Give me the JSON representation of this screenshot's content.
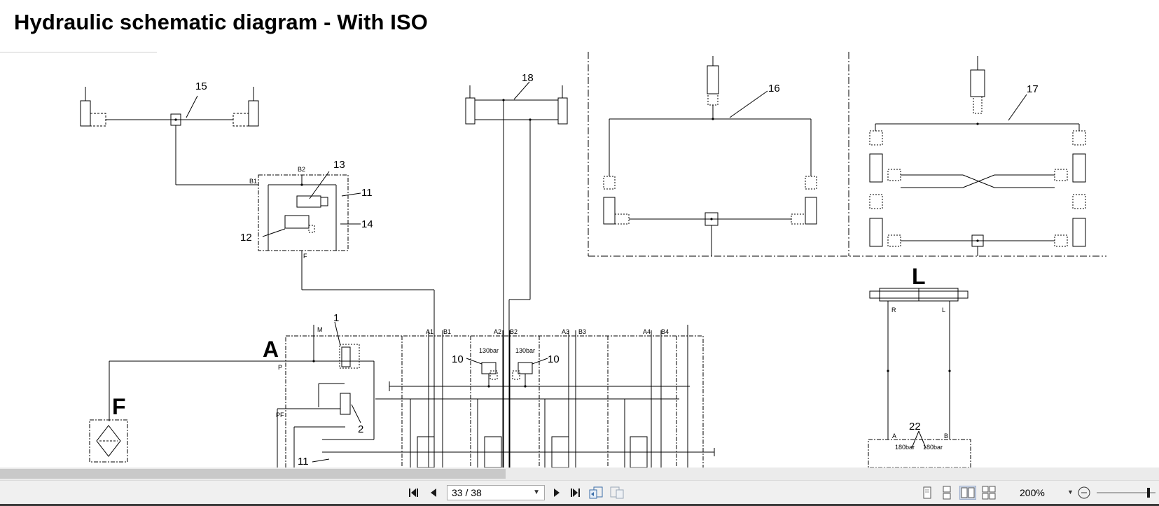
{
  "document": {
    "title": "Hydraulic schematic diagram - With ISO",
    "callouts": {
      "c15": "15",
      "c18": "18",
      "c16": "16",
      "c17": "17",
      "c13": "13",
      "c11a": "11",
      "c14": "14",
      "c12": "12",
      "c1": "1",
      "c10a": "10",
      "c10b": "10",
      "c2": "2",
      "c11b": "11",
      "c22": "22"
    },
    "section_letters": {
      "A": "A",
      "F": "F",
      "L": "L"
    },
    "port_labels": {
      "B2": "B2",
      "B1": "B1",
      "F": "F",
      "M": "M",
      "P": "P",
      "PF": "PF",
      "A1": "A1",
      "B1v": "B1",
      "A2": "A2",
      "B2v": "B2",
      "A3": "A3",
      "B3": "B3",
      "A4": "A4",
      "B4": "B4",
      "R": "R",
      "Lp": "L",
      "Ap": "A",
      "Bp": "B"
    },
    "pressures": {
      "p1": "130bar",
      "p2": "130bar",
      "p3": "180bar",
      "p4": "180bar"
    }
  },
  "toolbar": {
    "page_current": "33",
    "page_total": "38",
    "page_display": "33 / 38",
    "zoom": "200%",
    "first_icon": "first-page-icon",
    "prev_icon": "previous-page-icon",
    "next_icon": "next-page-icon",
    "last_icon": "last-page-icon"
  }
}
